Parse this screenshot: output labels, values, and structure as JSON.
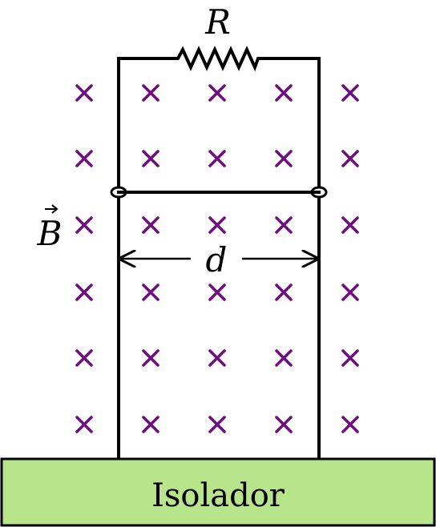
{
  "labels": {
    "resistor": "R",
    "field": "B",
    "distance": "d",
    "base": "Isolador"
  },
  "colors": {
    "field_marks": "#6f0f7f",
    "base_fill": "#b8e48c",
    "base_border": "#000000",
    "wire": "#000000"
  },
  "field": {
    "symbol": "×",
    "direction": "into-page",
    "rows": 6,
    "columns": 5
  }
}
